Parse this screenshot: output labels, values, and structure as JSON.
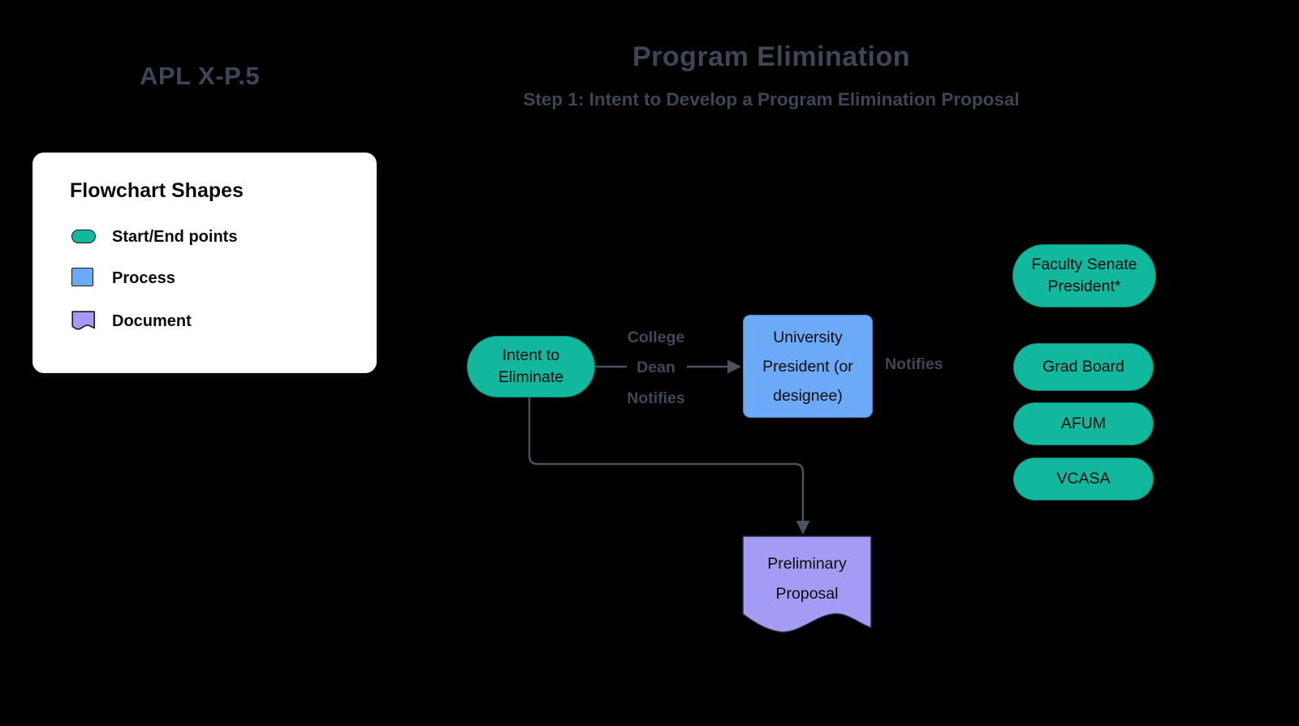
{
  "header": {
    "doc_code": "APL X-P.5",
    "title": "Program Elimination",
    "subtitle": "Step 1: Intent to Develop a Program Elimination Proposal"
  },
  "legend": {
    "title": "Flowchart Shapes",
    "items": [
      {
        "shape": "start-end-pill",
        "label": "Start/End points",
        "color": "#12b89e"
      },
      {
        "shape": "process-rect",
        "label": "Process",
        "color": "#6caaf8"
      },
      {
        "shape": "document",
        "label": "Document",
        "color": "#a49cf4"
      }
    ]
  },
  "flowchart": {
    "nodes": {
      "intent": {
        "type": "start-end",
        "label": "Intent to\nEliminate",
        "color": "#12b89e"
      },
      "president": {
        "type": "process",
        "label": "University\nPresident (or\ndesignee)",
        "color": "#6caaf8"
      },
      "preliminary": {
        "type": "document",
        "label": "Preliminary\nProposal",
        "color": "#a49cf4"
      }
    },
    "edge_labels": {
      "college_dean": "College\nDean\nNotifies",
      "notifies": "Notifies"
    },
    "notify_targets": [
      {
        "label": "Faculty Senate\nPresident*",
        "color": "#12b89e"
      },
      {
        "label": "Grad Board",
        "color": "#12b89e"
      },
      {
        "label": "AFUM",
        "color": "#12b89e"
      },
      {
        "label": "VCASA",
        "color": "#12b89e"
      }
    ]
  },
  "colors": {
    "background": "#000000",
    "heading_text": "#3d4654",
    "edge_line": "#49525e",
    "node_text": "#0c0c0c",
    "legend_background": "#ffffff",
    "start_end": "#12b89e",
    "process": "#6caaf8",
    "document": "#a49cf4"
  }
}
